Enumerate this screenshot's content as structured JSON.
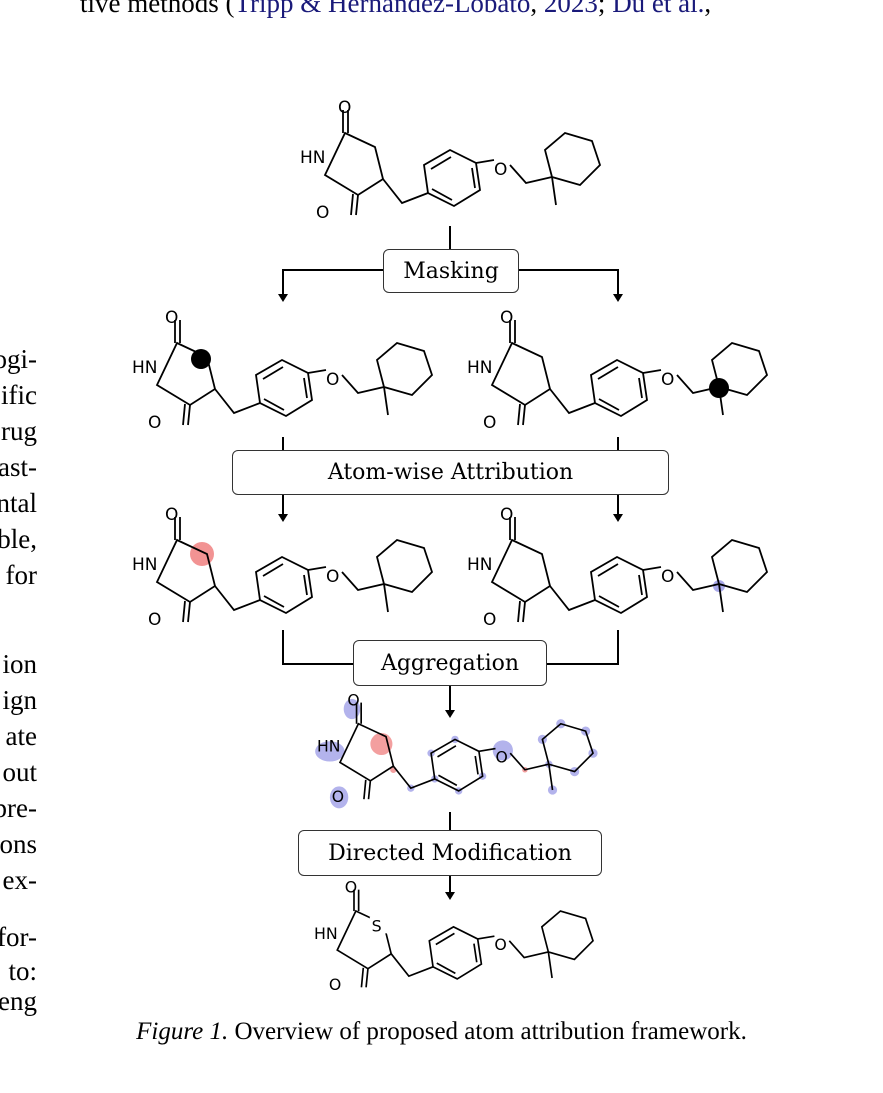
{
  "top_text": {
    "prefix": "tive methods (",
    "cite1": "Tripp & Hernández-Lobato",
    "sep1": ", ",
    "cite2": "2023",
    "sep2": "; ",
    "cite3": "Du et al.",
    "suffix": ","
  },
  "left_column_fragments": [
    "ogi-",
    "ific",
    "rug",
    "ast-",
    "ntal",
    "ble,",
    "for",
    "ion",
    "ign",
    "ate",
    "out",
    "pre-",
    "ons",
    "ex-",
    "for-",
    "to:",
    "eng"
  ],
  "flow_steps": {
    "masking": "Masking",
    "attribution": "Atom-wise Attribution",
    "aggregation": "Aggregation",
    "modification": "Directed Modification"
  },
  "atoms": {
    "oxygen": "O",
    "nh": "HN",
    "sulfur": "S"
  },
  "colors": {
    "mask_dot": "#000000",
    "positive_attr": "#f08080",
    "negative_attr": "#9a9ae6",
    "bond": "#000000",
    "citation": "#1a1a7a"
  },
  "caption": {
    "label": "Figure 1.",
    "text": "Overview of proposed atom attribution framework."
  }
}
